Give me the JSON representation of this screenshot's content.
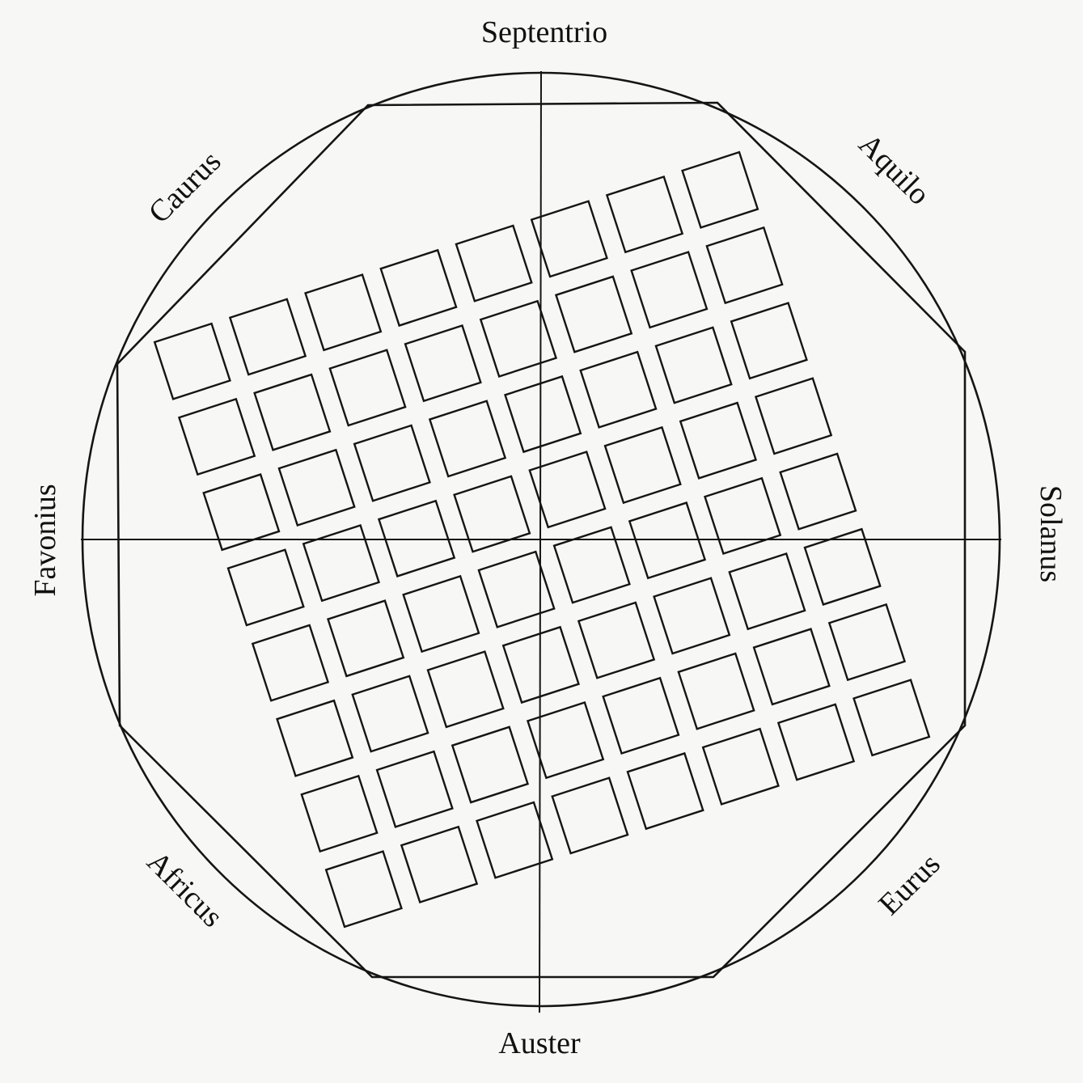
{
  "winds": {
    "north": "Septentrio",
    "northeast": "Aquilo",
    "east": "Solanus",
    "southeast": "Eurus",
    "south": "Auster",
    "southwest": "Africus",
    "west": "Favonius",
    "northwest": "Caurus"
  },
  "grid": {
    "rows": 8,
    "columns": 8,
    "rotation_degrees": -18
  },
  "colors": {
    "ink": "#151515",
    "paper": "#f7f7f5"
  }
}
